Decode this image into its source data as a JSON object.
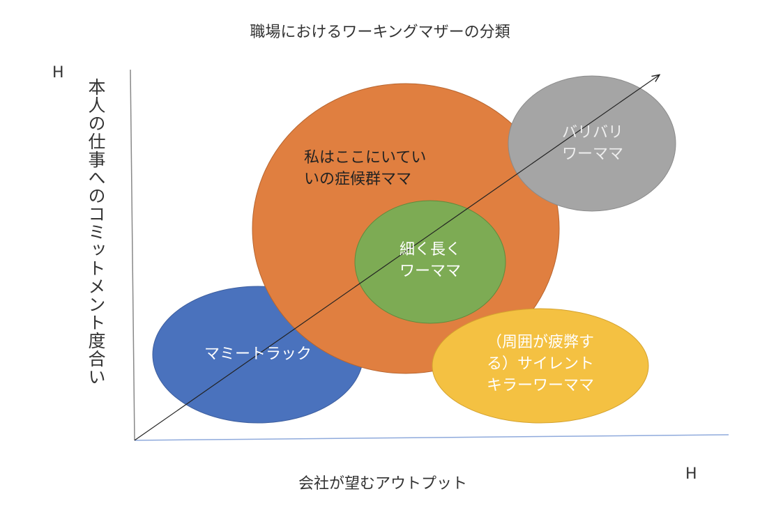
{
  "title": "職場におけるワーキングマザーの分類",
  "y_axis": {
    "label": "本人の仕事へのコミットメント度合い",
    "high_marker": "H"
  },
  "x_axis": {
    "label": "会社が望むアウトプット",
    "high_marker": "H"
  },
  "groups": [
    {
      "id": "mommy-track",
      "lines": [
        "マミートラック"
      ],
      "color": "#4a72bd",
      "text_color": "#ffffff"
    },
    {
      "id": "imposter",
      "lines": [
        "私はここにいてい",
        "いの症候群ママ"
      ],
      "color": "#e07f40",
      "text_color": "#222222"
    },
    {
      "id": "long-steady",
      "lines": [
        "細く長く",
        "ワーママ"
      ],
      "color": "#7dab54",
      "text_color": "#ffffff"
    },
    {
      "id": "silent-killer",
      "lines": [
        "（周囲が疲弊す",
        "る）サイレント",
        "キラーワーママ"
      ],
      "color": "#f4c142",
      "text_color": "#ffffff"
    },
    {
      "id": "high-performer",
      "lines": [
        "バリバリ",
        "ワーママ"
      ],
      "color": "#a5a5a5",
      "text_color": "#eeeeee"
    }
  ]
}
